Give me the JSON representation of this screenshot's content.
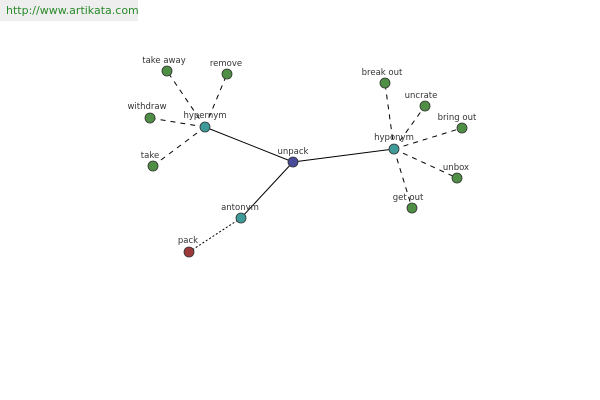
{
  "watermark": "http://www.artikata.com",
  "colors": {
    "root": "#4a4a9a",
    "relation": "#3f9a9a",
    "synonym": "#4f8f45",
    "antonym": "#9a3a3a",
    "edge": "#000000"
  },
  "diagram": {
    "nodes": [
      {
        "id": "unpack",
        "label": "unpack",
        "kind": "root"
      },
      {
        "id": "hypernym",
        "label": "hypernym",
        "kind": "relation"
      },
      {
        "id": "hyponym",
        "label": "hyponym",
        "kind": "relation"
      },
      {
        "id": "antonym",
        "label": "antonym",
        "kind": "relation"
      },
      {
        "id": "take_away",
        "label": "take away",
        "kind": "synonym"
      },
      {
        "id": "remove",
        "label": "remove",
        "kind": "synonym"
      },
      {
        "id": "withdraw",
        "label": "withdraw",
        "kind": "synonym"
      },
      {
        "id": "take",
        "label": "take",
        "kind": "synonym"
      },
      {
        "id": "break_out",
        "label": "break out",
        "kind": "synonym"
      },
      {
        "id": "uncrate",
        "label": "uncrate",
        "kind": "synonym"
      },
      {
        "id": "bring_out",
        "label": "bring out",
        "kind": "synonym"
      },
      {
        "id": "unbox",
        "label": "unbox",
        "kind": "synonym"
      },
      {
        "id": "get_out",
        "label": "get out",
        "kind": "synonym"
      },
      {
        "id": "pack",
        "label": "pack",
        "kind": "antonym"
      }
    ],
    "edges": [
      {
        "from": "unpack",
        "to": "hypernym",
        "style": "solid"
      },
      {
        "from": "unpack",
        "to": "hyponym",
        "style": "solid"
      },
      {
        "from": "unpack",
        "to": "antonym",
        "style": "solid"
      },
      {
        "from": "hypernym",
        "to": "take_away",
        "style": "dashed"
      },
      {
        "from": "hypernym",
        "to": "remove",
        "style": "dashed"
      },
      {
        "from": "hypernym",
        "to": "withdraw",
        "style": "dashed"
      },
      {
        "from": "hypernym",
        "to": "take",
        "style": "dashed"
      },
      {
        "from": "hyponym",
        "to": "break_out",
        "style": "dashed"
      },
      {
        "from": "hyponym",
        "to": "uncrate",
        "style": "dashed"
      },
      {
        "from": "hyponym",
        "to": "bring_out",
        "style": "dashed"
      },
      {
        "from": "hyponym",
        "to": "unbox",
        "style": "dashed"
      },
      {
        "from": "hyponym",
        "to": "get_out",
        "style": "dashed"
      },
      {
        "from": "antonym",
        "to": "pack",
        "style": "dotted"
      }
    ]
  }
}
